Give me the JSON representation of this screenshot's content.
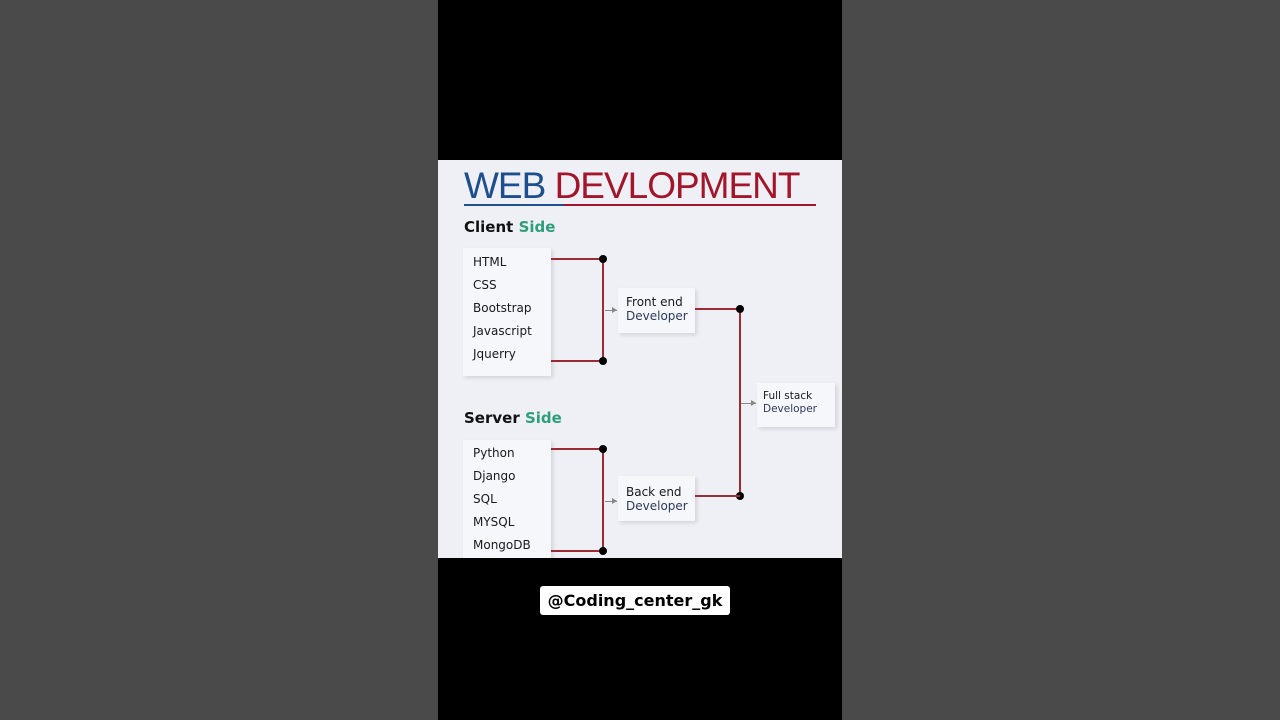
{
  "title": {
    "part1": "WEB",
    "part2": "DEVLOPMENT"
  },
  "client": {
    "label1": "Client",
    "label2": "Side",
    "items": [
      "HTML",
      "CSS",
      "Bootstrap",
      "Javascript",
      "Jquerry"
    ]
  },
  "server": {
    "label1": "Server",
    "label2": "Side",
    "items": [
      "Python",
      "Django",
      "SQL",
      "MYSQL",
      "MongoDB"
    ]
  },
  "frontend": {
    "line1": "Front end",
    "line2": "Developer"
  },
  "backend": {
    "line1": "Back end",
    "line2": "Developer"
  },
  "fullstack": {
    "line1": "Full stack",
    "line2": "Developer"
  },
  "watermark": "@Coding_center_gk",
  "colors": {
    "blue": "#1d4f8c",
    "red": "#a3152a",
    "green": "#2e9e7a",
    "connector": "#9b2c36"
  }
}
